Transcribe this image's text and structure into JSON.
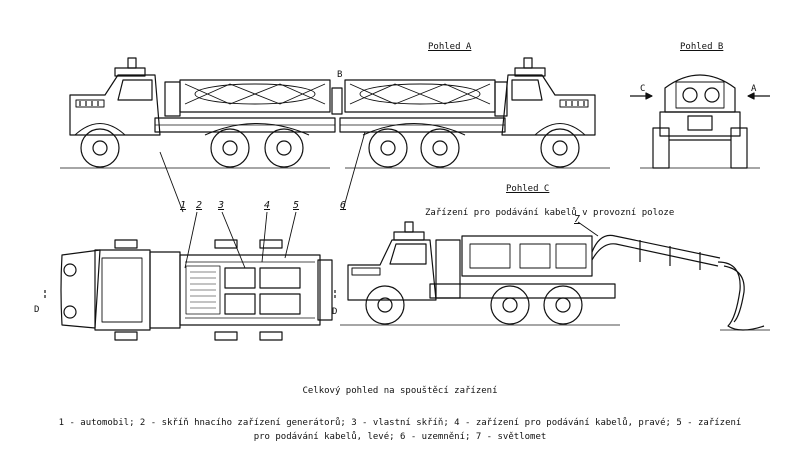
{
  "views": {
    "pohled_a": "Pohled A",
    "pohled_b": "Pohled B",
    "pohled_c": "Pohled C"
  },
  "markers": {
    "a": "A",
    "b": "B",
    "c": "C",
    "d_left": "D",
    "d_right": "D"
  },
  "callouts": [
    "1",
    "2",
    "3",
    "4",
    "5",
    "6",
    "7"
  ],
  "annotation": "Zařízení pro podávání kabelů v provozní poloze",
  "caption": "Celkový pohled na spouštěcí zařízení",
  "legend": {
    "line1": "1 - automobil; 2 -  skříň hnacího zařízení generátorů; 3 - vlastní skříň; 4 - zařízení pro podávání kabelů, pravé; 5 - zařízení",
    "line2": "pro podávání kabelů, levé; 6 - uzemnění; 7 - světlomet"
  }
}
